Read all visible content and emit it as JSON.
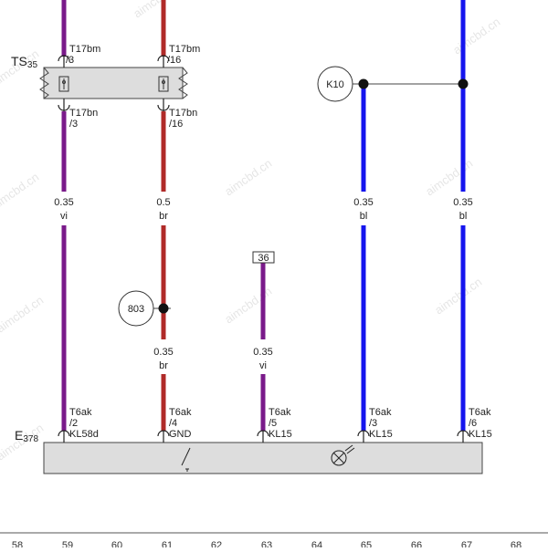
{
  "colors": {
    "violet": "#7a1a8a",
    "brown": "#b02a28",
    "blue": "#1515ee",
    "box_fill": "#dddddd",
    "watermark": "#e6e6e6"
  },
  "watermark": "aimcbd.cn",
  "ts_block": {
    "name": "TS",
    "subscript": "35"
  },
  "e_block": {
    "name": "E",
    "subscript": "378"
  },
  "k10_label": "K10",
  "n803_label": "803",
  "ref36": "36",
  "ts_connectors": [
    {
      "top_name": "T17bm",
      "top_pin": "/3",
      "bottom_name": "T17bn",
      "bottom_pin": "/3"
    },
    {
      "top_name": "T17bm",
      "top_pin": "/16",
      "bottom_name": "T17bn",
      "bottom_pin": "/16"
    }
  ],
  "wire_specs": [
    {
      "size": "0.35",
      "color": "vi"
    },
    {
      "size": "0.5",
      "color": "br"
    },
    {
      "size": "0.35",
      "color": "br"
    },
    {
      "size": "0.35",
      "color": "vi"
    },
    {
      "size": "0.35",
      "color": "bl"
    },
    {
      "size": "0.35",
      "color": "bl"
    }
  ],
  "e_connectors": [
    {
      "name": "T6ak",
      "pin": "/2",
      "signal": "KL58d"
    },
    {
      "name": "T6ak",
      "pin": "/4",
      "signal": "GND"
    },
    {
      "name": "T6ak",
      "pin": "/5",
      "signal": "KL15"
    },
    {
      "name": "T6ak",
      "pin": "/3",
      "signal": "KL15"
    },
    {
      "name": "T6ak",
      "pin": "/6",
      "signal": "KL15"
    }
  ],
  "ruler": [
    "58",
    "59",
    "60",
    "61",
    "62",
    "63",
    "64",
    "65",
    "66",
    "67",
    "68"
  ]
}
